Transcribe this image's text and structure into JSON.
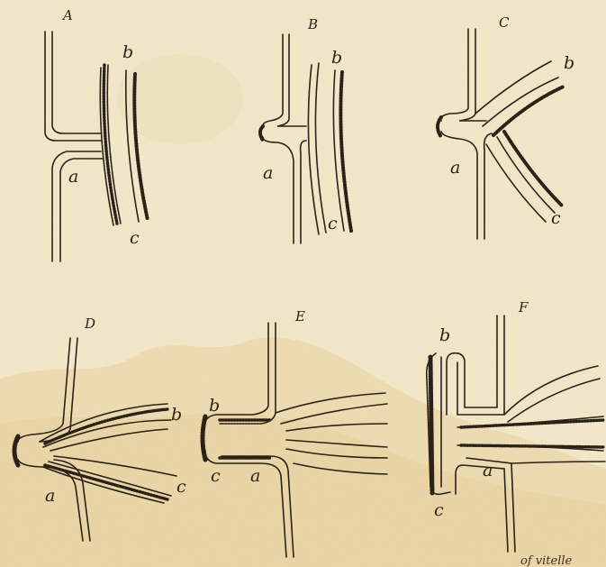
{
  "figures": [
    {
      "id": "A",
      "labels": {
        "a": "a",
        "b": "b",
        "c": "c"
      }
    },
    {
      "id": "B",
      "labels": {
        "a": "a",
        "b": "b",
        "c": "c"
      }
    },
    {
      "id": "C",
      "labels": {
        "a": "a",
        "b": "b",
        "c": "c"
      }
    },
    {
      "id": "D",
      "labels": {
        "a": "a",
        "b": "b",
        "c": "c"
      }
    },
    {
      "id": "E",
      "labels": {
        "a": "a",
        "b": "b",
        "c": "c"
      }
    },
    {
      "id": "F",
      "labels": {
        "a": "a",
        "b": "b",
        "c": "c"
      }
    }
  ],
  "caption_fragment": "of vitelle",
  "colors": {
    "paper": "#f1e7c8",
    "ink": "#2a2118",
    "stain": "#e6cf9f"
  }
}
